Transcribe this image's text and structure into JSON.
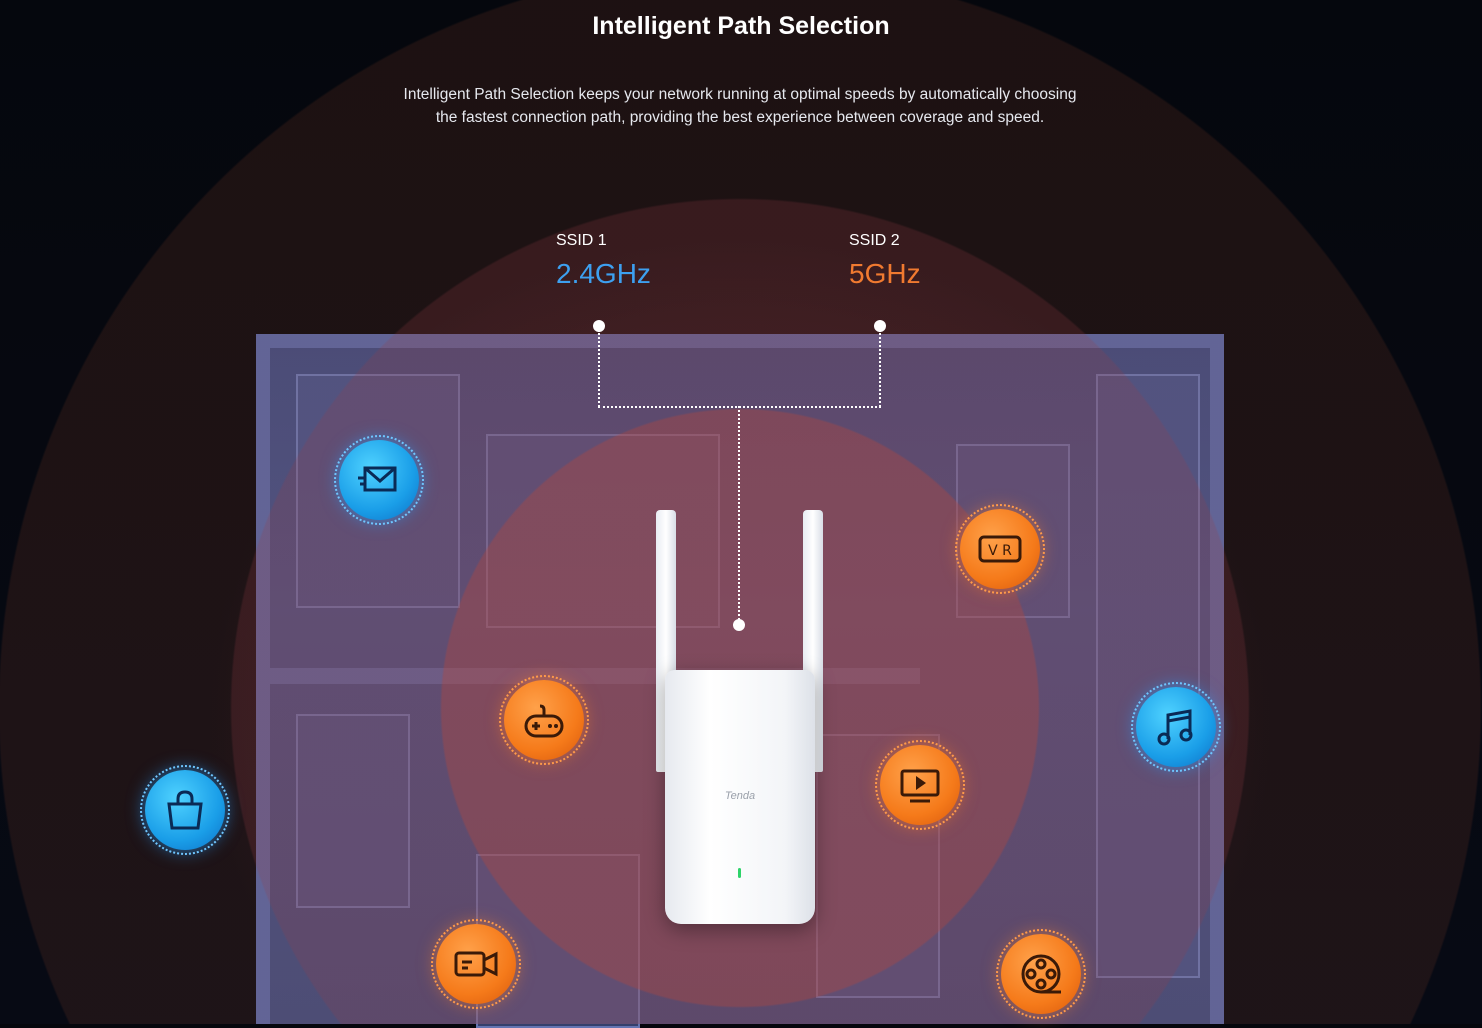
{
  "section": {
    "title": "Intelligent Path Selection",
    "description": "Intelligent Path Selection keeps your network running at optimal speeds by automatically choosing the fastest connection path, providing the best experience between coverage and speed."
  },
  "ssids": [
    {
      "label": "SSID 1",
      "band": "2.4GHz",
      "color": "#3da0f0"
    },
    {
      "label": "SSID 2",
      "band": "5GHz",
      "color": "#f07a30"
    }
  ],
  "device": {
    "brand": "Tenda",
    "led_color": "#2ed36a"
  },
  "apps": [
    {
      "name": "email-icon",
      "color": "blue"
    },
    {
      "name": "vr-icon",
      "color": "orange",
      "text": "V R"
    },
    {
      "name": "gamepad-icon",
      "color": "orange"
    },
    {
      "name": "music-icon",
      "color": "blue"
    },
    {
      "name": "video-play-icon",
      "color": "orange"
    },
    {
      "name": "shopping-bag-icon",
      "color": "blue"
    },
    {
      "name": "video-camera-icon",
      "color": "orange"
    },
    {
      "name": "film-reel-icon",
      "color": "orange"
    }
  ]
}
